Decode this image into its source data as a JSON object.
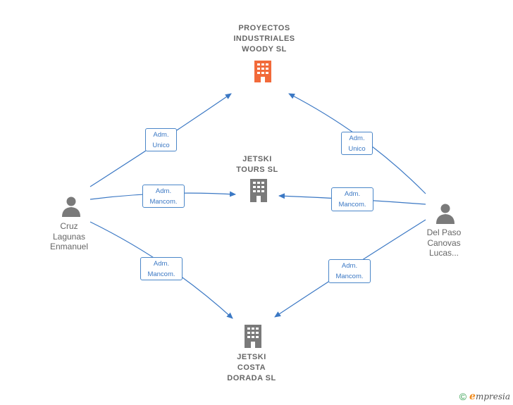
{
  "nodes": {
    "company_main": {
      "name": "PROYECTOS\nINDUSTRIALES\nWOODY  SL",
      "color": "#f26a3a"
    },
    "company_jetski_tours": {
      "name": "JETSKI\nTOURS  SL",
      "color": "#7a7a7a"
    },
    "company_jetski_costa": {
      "name": "JETSKI\nCOSTA\nDORADA  SL",
      "color": "#7a7a7a"
    },
    "person_cruz": {
      "name": "Cruz\nLagunas\nEnmanuel",
      "color": "#7a7a7a"
    },
    "person_delpaso": {
      "name": "Del Paso\nCanovas\nLucas...",
      "color": "#7a7a7a"
    }
  },
  "edges": [
    {
      "label": "Adm.\nUnico"
    },
    {
      "label": "Adm.\nMancom."
    },
    {
      "label": "Adm.\nMancom."
    },
    {
      "label": "Adm.\nUnico"
    },
    {
      "label": "Adm.\nMancom."
    },
    {
      "label": "Adm.\nMancom."
    }
  ],
  "colors": {
    "edge": "#3b78c4"
  },
  "footer": {
    "copyright_symbol": "©",
    "brand_initial": "e",
    "brand_rest": "mpresia"
  }
}
